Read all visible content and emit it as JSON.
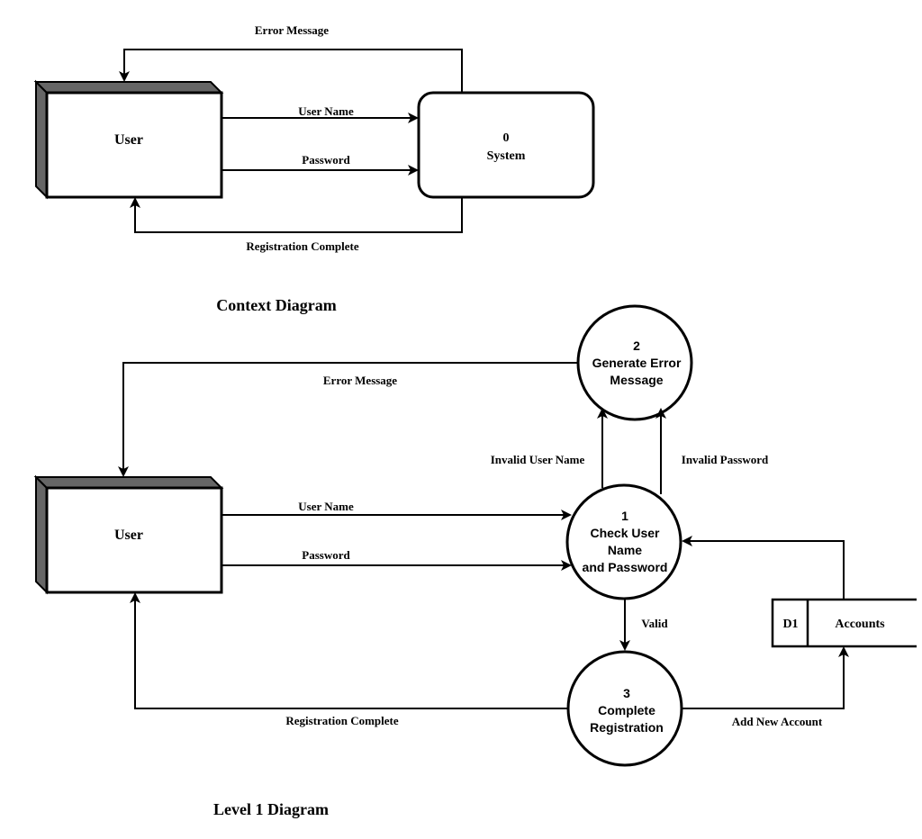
{
  "context": {
    "entity_label": "User",
    "process_number": "0",
    "process_label": "System",
    "flow_error": "Error Message",
    "flow_username": "User Name",
    "flow_password": "Password",
    "flow_registration": "Registration Complete",
    "caption": "Context Diagram"
  },
  "level1": {
    "entity_label": "User",
    "process1_number": "1",
    "process1_line1": "Check User",
    "process1_line2": "Name",
    "process1_line3": "and Password",
    "process2_number": "2",
    "process2_line1": "Generate Error",
    "process2_line2": "Message",
    "process3_number": "3",
    "process3_line1": "Complete",
    "process3_line2": "Registration",
    "store_id": "D1",
    "store_name": "Accounts",
    "flow_error": "Error Message",
    "flow_username": "User Name",
    "flow_password": "Password",
    "flow_invalid_user": "Invalid User Name",
    "flow_invalid_password": "Invalid Password",
    "flow_valid": "Valid",
    "flow_registration": "Registration Complete",
    "flow_add_account": "Add New Account",
    "caption": "Level 1 Diagram"
  }
}
